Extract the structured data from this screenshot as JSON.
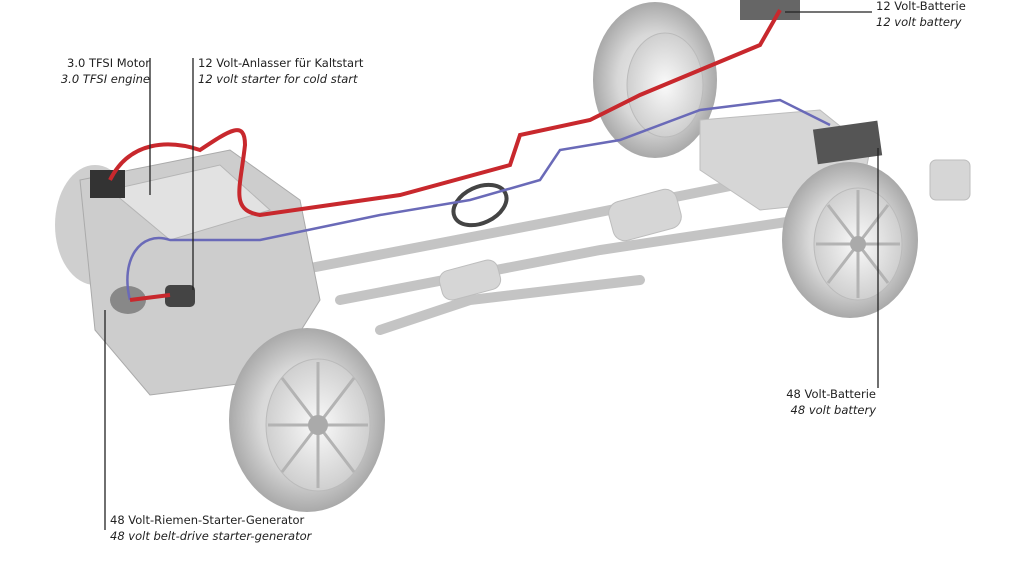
{
  "labels": {
    "engine": {
      "de": "3.0 TFSI Motor",
      "en": "3.0 TFSI engine"
    },
    "starter": {
      "de": "12 Volt-Anlasser für Kaltstart",
      "en": "12 volt starter for cold start"
    },
    "battery12": {
      "de": "12 Volt-Batterie",
      "en": "12 volt battery"
    },
    "battery48": {
      "de": "48 Volt-Batterie",
      "en": "48 volt battery"
    },
    "bsg": {
      "de": "48 Volt-Riemen-Starter-Generator",
      "en": "48 volt belt-drive starter-generator"
    }
  },
  "colors": {
    "cable_12v": "#c8282d",
    "cable_48v": "#6a6ab8",
    "chassis": "#bdbdbd",
    "leader": "#222222"
  }
}
